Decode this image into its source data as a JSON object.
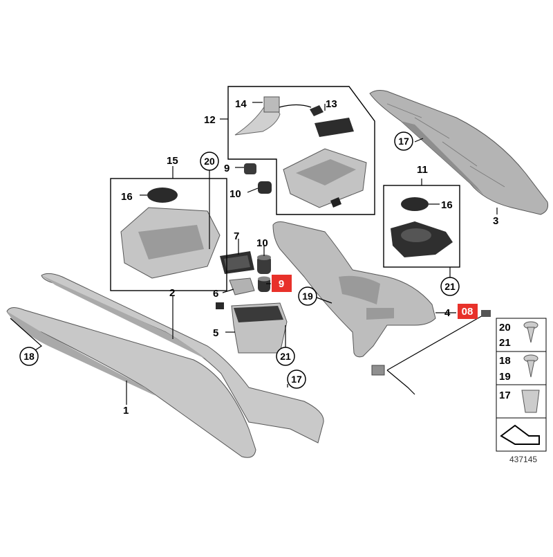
{
  "labels": {
    "p1": "1",
    "p2": "2",
    "p3": "3",
    "p4": "4",
    "p5": "5",
    "p6": "6",
    "p7": "7",
    "p9a": "9",
    "p9b": "9",
    "p10a": "10",
    "p10b": "10",
    "p11": "11",
    "p12": "12",
    "p13": "13",
    "p14": "14",
    "p15": "15",
    "p16a": "16",
    "p16b": "16",
    "c17a": "17",
    "c17b": "17",
    "c18": "18",
    "c19": "19",
    "c20": "20",
    "c21a": "21",
    "c21b": "21",
    "hl08": "08",
    "k20": "20",
    "k21": "21",
    "k18": "18",
    "k19": "19",
    "k17": "17"
  },
  "reference_number": "437145",
  "colors": {
    "highlight": "#e8312a",
    "part_gray": "#c4c4c4",
    "part_dark": "#2a2a2a"
  }
}
